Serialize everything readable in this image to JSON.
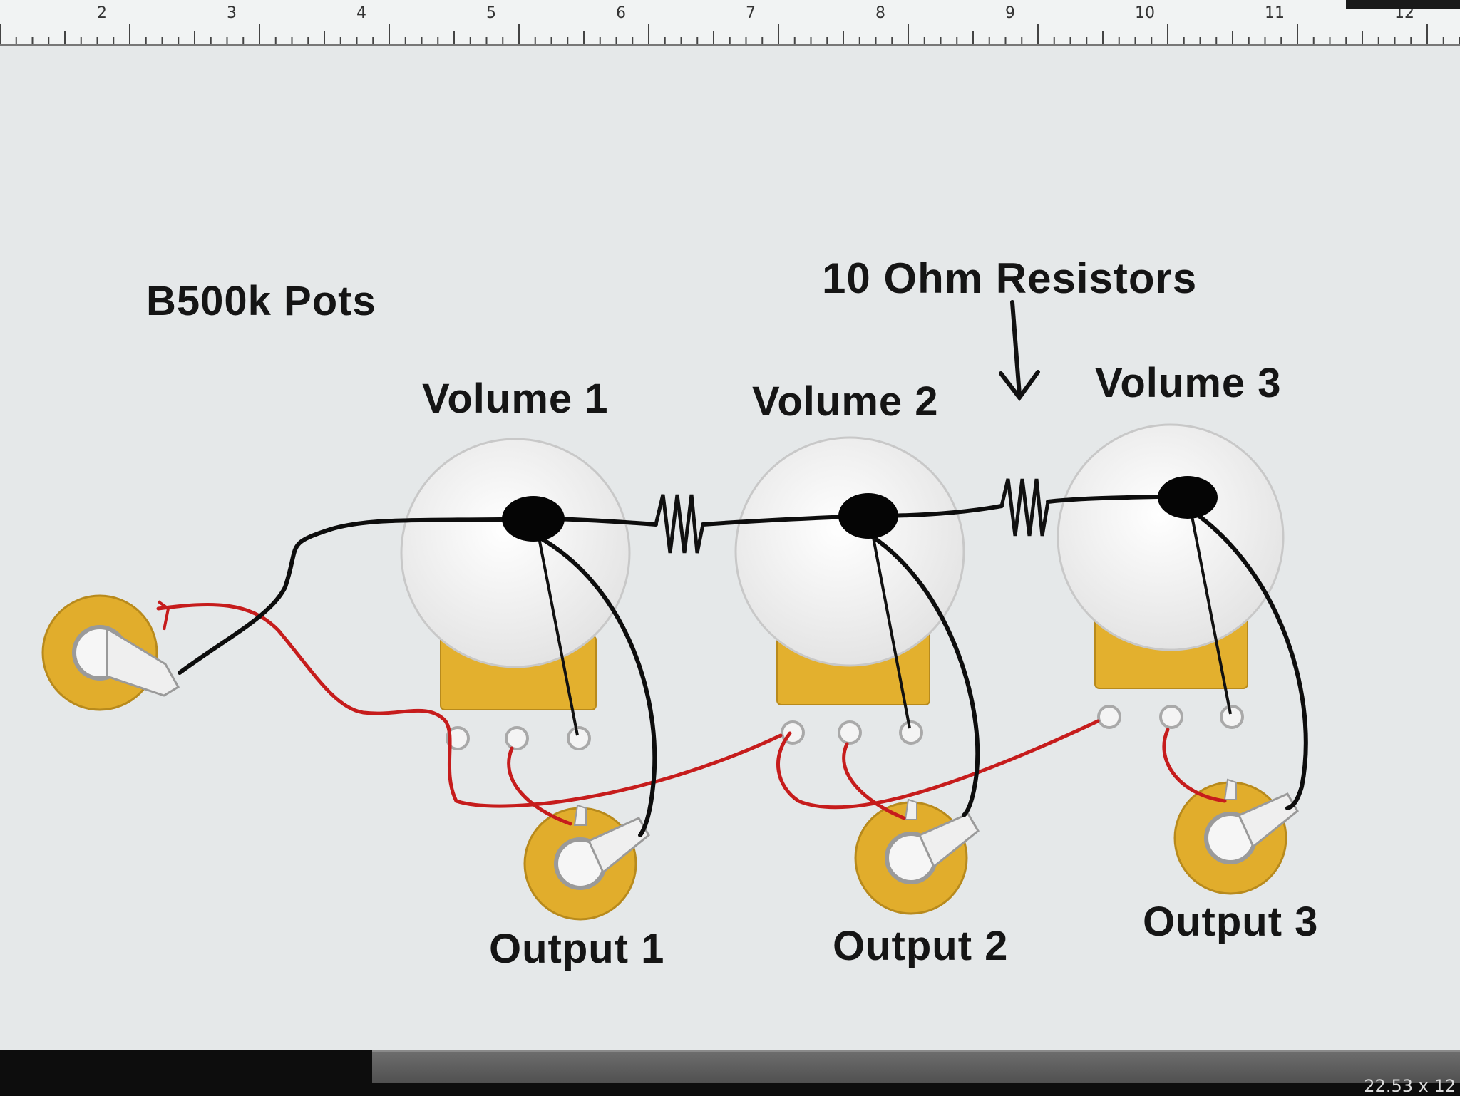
{
  "ruler": {
    "numbers": [
      "2",
      "3",
      "4",
      "5",
      "6",
      "7",
      "8",
      "9",
      "10",
      "11",
      "12"
    ]
  },
  "diagram": {
    "title_pots": "B500k Pots",
    "title_resistors": "10 Ohm Resistors",
    "volumes": [
      "Volume 1",
      "Volume 2",
      "Volume 3"
    ],
    "outputs": [
      "Output 1",
      "Output 2",
      "Output 3"
    ]
  },
  "colors": {
    "jack_ring": "#e1ad2c",
    "wire_hot": "#c61c1c",
    "wire_ground": "#0d0d0d",
    "pot_body": "#f5f5f5"
  },
  "status": {
    "readout": "22.53 x 12"
  }
}
